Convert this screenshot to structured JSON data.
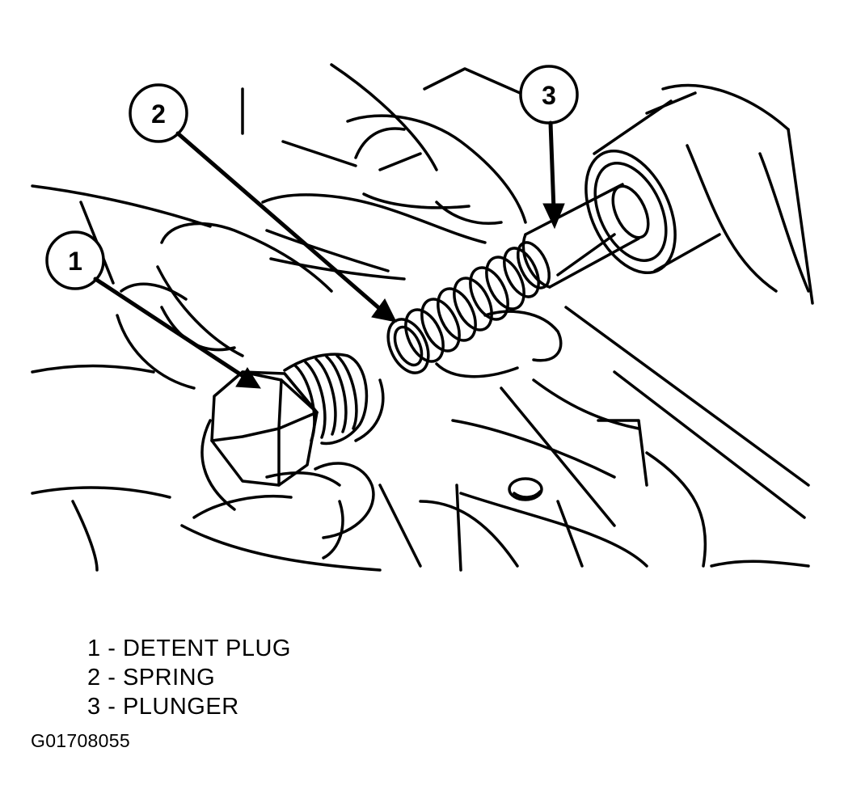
{
  "callouts": [
    {
      "number": "1",
      "label": "DETENT PLUG"
    },
    {
      "number": "2",
      "label": "SPRING"
    },
    {
      "number": "3",
      "label": "PLUNGER"
    }
  ],
  "legend_separator": "-",
  "figure_id": "G01708055",
  "colors": {
    "ink": "#000000",
    "paper": "#ffffff"
  }
}
